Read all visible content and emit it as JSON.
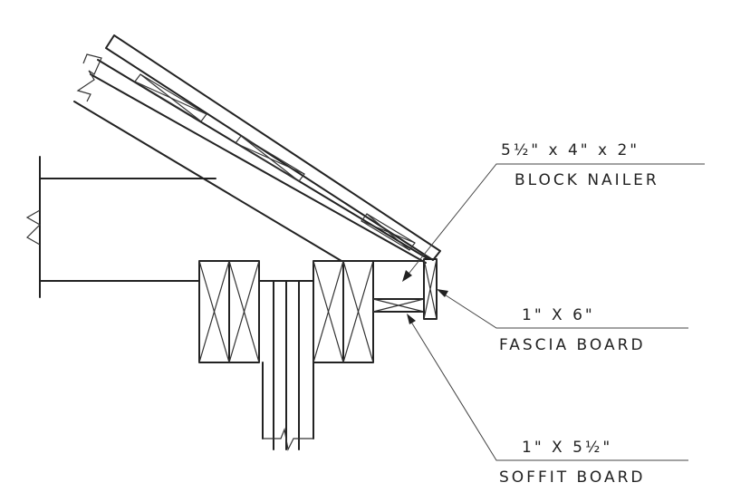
{
  "labels": {
    "block_nailer_size": "5½\" x 4\" x 2\"",
    "block_nailer_name": "BLOCK NAILER",
    "fascia_size": "1\" X 6\"",
    "fascia_name": "FASCIA BOARD",
    "soffit_size": "1\" X 5½\"",
    "soffit_name": "SOFFIT BOARD"
  }
}
